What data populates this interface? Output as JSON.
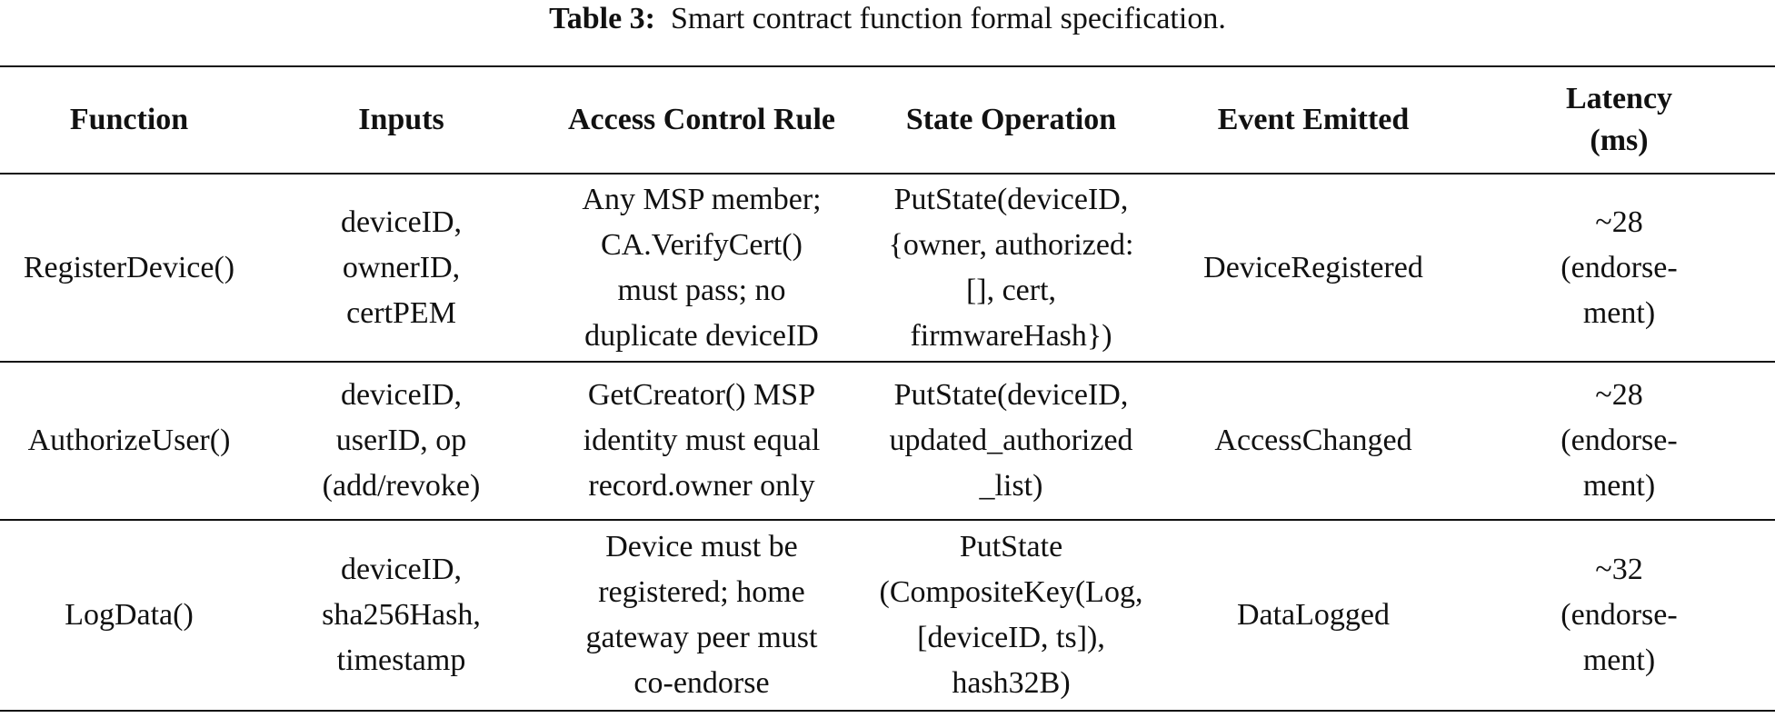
{
  "caption": {
    "label": "Table 3:",
    "text": "Smart contract function formal specification."
  },
  "table": {
    "headers": [
      [
        "Function"
      ],
      [
        "Inputs"
      ],
      [
        "Access Control Rule"
      ],
      [
        "State Operation"
      ],
      [
        "Event Emitted"
      ],
      [
        "Latency",
        "(ms)"
      ]
    ],
    "rows": [
      {
        "function": [
          "RegisterDevice()"
        ],
        "inputs": [
          "deviceID,",
          "ownerID,",
          "certPEM"
        ],
        "access_rule": [
          "Any MSP member;",
          "CA.VerifyCert()",
          "must pass; no",
          "duplicate deviceID"
        ],
        "state_op": [
          "PutState(deviceID,",
          "{owner, authorized:",
          "[], cert,",
          "firmwareHash})"
        ],
        "event": [
          "DeviceRegistered"
        ],
        "latency": [
          "~28",
          "(endorse-",
          "ment)"
        ]
      },
      {
        "function": [
          "AuthorizeUser()"
        ],
        "inputs": [
          "deviceID,",
          "userID, op",
          "(add/revoke)"
        ],
        "access_rule": [
          "GetCreator() MSP",
          "identity must equal",
          "record.owner only"
        ],
        "state_op": [
          "PutState(deviceID,",
          "updated_authorized",
          "_list)"
        ],
        "event": [
          "AccessChanged"
        ],
        "latency": [
          "~28",
          "(endorse-",
          "ment)"
        ]
      },
      {
        "function": [
          "LogData()"
        ],
        "inputs": [
          "deviceID,",
          "sha256Hash,",
          "timestamp"
        ],
        "access_rule": [
          "Device must be",
          "registered; home",
          "gateway peer must",
          "co-endorse"
        ],
        "state_op": [
          "PutState",
          "(CompositeKey(Log,",
          "[deviceID, ts]),",
          "hash32B)"
        ],
        "event": [
          "DataLogged"
        ],
        "latency": [
          "~32",
          "(endorse-",
          "ment)"
        ]
      }
    ]
  }
}
